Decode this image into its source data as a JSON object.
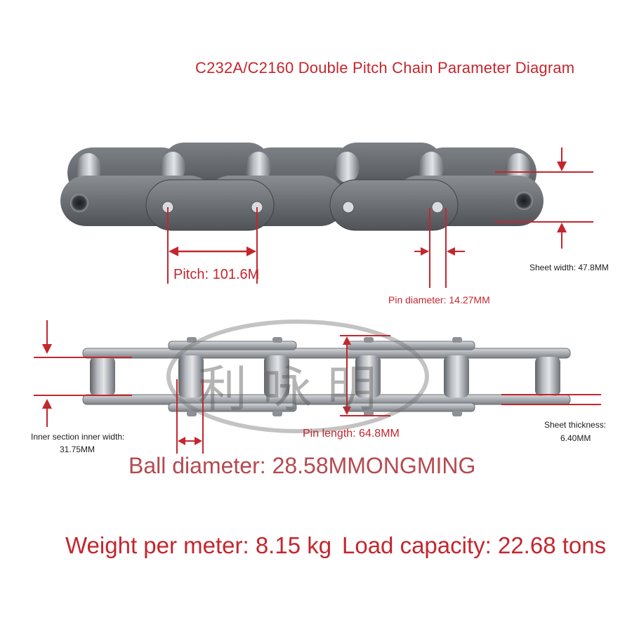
{
  "title": "C232A/C2160 Double Pitch Chain Parameter Diagram",
  "labels": {
    "pitch": "Pitch: 101.6M",
    "sheet_width": "Sheet width: 47.8MM",
    "pin_diameter": "Pin diameter: 14.27MM",
    "inner_width_line1": "Inner section inner width:",
    "inner_width_line2": "31.75MM",
    "pin_length": "Pin length: 64.8MM",
    "sheet_thickness_line1": "Sheet thickness:",
    "sheet_thickness_line2": "6.40MM",
    "ball_diameter": "Ball diameter: 28.58MMONGMING",
    "weight": "Weight per meter: 8.15 kg",
    "load": "Load capacity: 22.68 tons"
  },
  "watermark": {
    "text": "利咏明"
  },
  "colors": {
    "annotation": "#c4262e",
    "steel_dark": "#55595e",
    "steel_light": "#c9ccd0"
  }
}
